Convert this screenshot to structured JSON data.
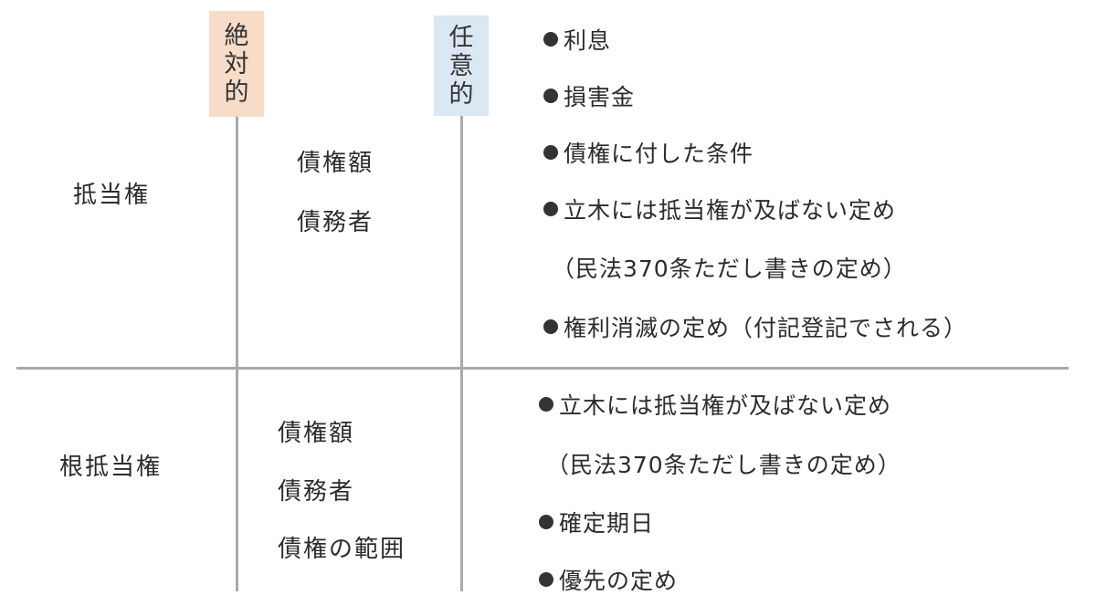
{
  "headers": {
    "absolute": [
      "絶",
      "対",
      "的"
    ],
    "optional": [
      "任",
      "意",
      "的"
    ]
  },
  "rows": [
    {
      "label": "抵当権",
      "absolute_items": [
        "債権額",
        "債務者"
      ],
      "optional_items": [
        {
          "bullet": true,
          "text": "利息"
        },
        {
          "bullet": true,
          "text": "損害金"
        },
        {
          "bullet": true,
          "text": "債権に付した条件"
        },
        {
          "bullet": true,
          "text": "立木には抵当権が及ばない定め"
        },
        {
          "bullet": false,
          "text": "（民法370条ただし書きの定め）"
        },
        {
          "bullet": true,
          "text": "権利消滅の定め（付記登記でされる）"
        }
      ]
    },
    {
      "label": "根抵当権",
      "absolute_items": [
        "債権額",
        "債務者",
        "債権の範囲"
      ],
      "optional_items": [
        {
          "bullet": true,
          "text": "立木には抵当権が及ばない定め"
        },
        {
          "bullet": false,
          "text": "（民法370条ただし書きの定め）"
        },
        {
          "bullet": true,
          "text": "確定期日"
        },
        {
          "bullet": true,
          "text": "優先の定め"
        }
      ]
    }
  ],
  "colors": {
    "absolute_header_bg": "#f7dcc7",
    "optional_header_bg": "#dbe7f3",
    "divider": "#a9a9a9",
    "text": "#2b2b2b"
  }
}
